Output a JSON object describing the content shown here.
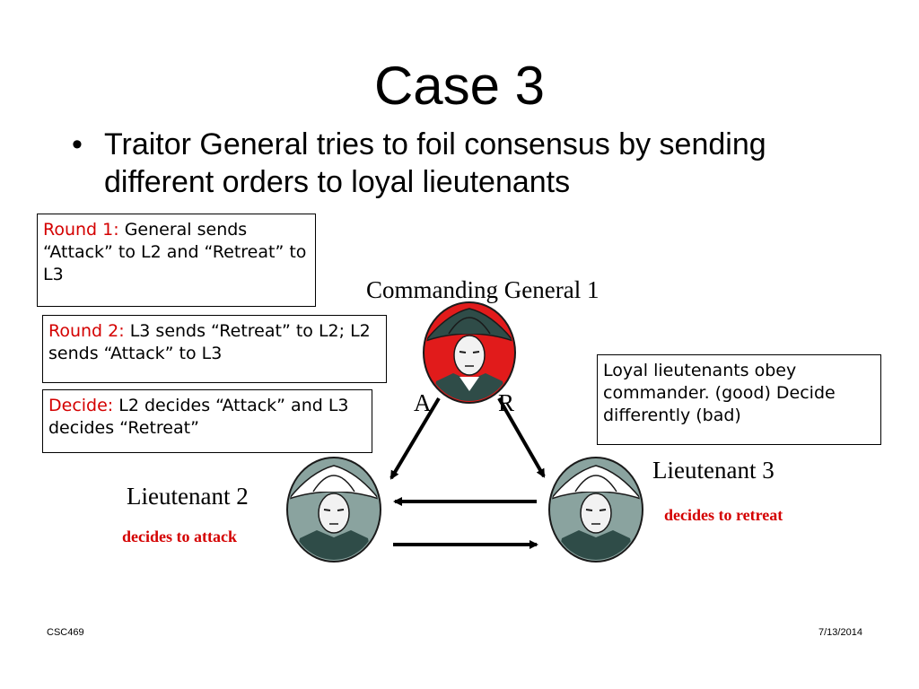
{
  "title": "Case 3",
  "bullet": "Traitor General tries to foil consensus by sending different orders to loyal lieutenants",
  "round1": {
    "label": "Round 1:",
    "text": "General sends “Attack” to L2 and “Retreat” to L3"
  },
  "round2": {
    "label": "Round 2:",
    "text": "L3 sends “Retreat” to L2; L2 sends “Attack” to L3"
  },
  "decide": {
    "label": "Decide:",
    "text": "L2 decides “Attack” and L3 decides “Retreat”"
  },
  "loyal_note": "Loyal lieutenants obey commander. (good) Decide differently (bad)",
  "nodes": {
    "commander": "Commanding General 1",
    "lieutenant2": "Lieutenant 2",
    "lieutenant3": "Lieutenant 3"
  },
  "edges": {
    "to_l2": "A",
    "to_l3": "R"
  },
  "outcomes": {
    "l2": "decides to attack",
    "l3": "decides to retreat"
  },
  "footer": {
    "left": "CSC469",
    "right": "7/13/2014"
  },
  "colors": {
    "accent_red": "#d40000",
    "commander_ring": "#e11b1b",
    "lieutenant_ring": "#8aa39f",
    "uniform": "#2f4c48"
  }
}
